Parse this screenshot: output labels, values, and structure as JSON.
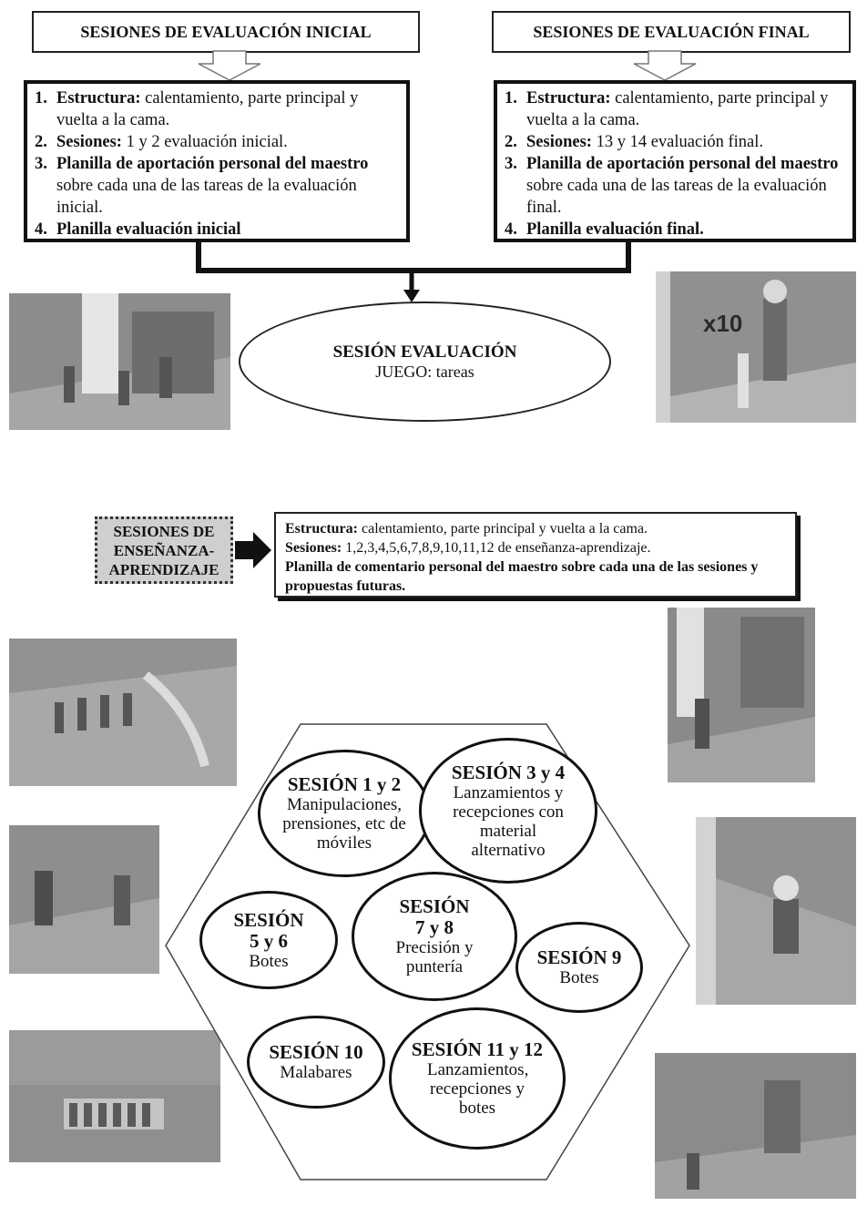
{
  "initial": {
    "title": "SESIONES DE EVALUACIÓN INICIAL",
    "items": [
      {
        "num": "1.",
        "bold": "Estructura:",
        "text": " calentamiento, parte principal y vuelta a la cama."
      },
      {
        "num": "2.",
        "bold": "Sesiones:",
        "text": " 1 y 2 evaluación inicial."
      },
      {
        "num": "3.",
        "bold": "Planilla de aportación personal del maestro",
        "text": " sobre cada una de las tareas de la evaluación inicial."
      },
      {
        "num": "4.",
        "bold": "Planilla evaluación inicial",
        "text": ""
      }
    ]
  },
  "final": {
    "title": "SESIONES DE EVALUACIÓN FINAL",
    "items": [
      {
        "num": "1.",
        "bold": "Estructura:",
        "text": " calentamiento, parte principal y vuelta a la cama."
      },
      {
        "num": "2.",
        "bold": "Sesiones:",
        "text": " 13 y 14 evaluación final."
      },
      {
        "num": "3.",
        "bold": "Planilla de aportación personal del maestro",
        "text": " sobre cada una de las tareas de la evaluación final."
      },
      {
        "num": "4.",
        "bold": "Planilla evaluación final.",
        "text": ""
      }
    ]
  },
  "evaluation_session": {
    "title": "SESIÓN EVALUACIÓN",
    "subtitle": "JUEGO: tareas"
  },
  "illustration_badge": "x10",
  "teaching": {
    "label": "SESIONES DE ENSEÑANZA-APRENDIZAJE",
    "structure_bold": "Estructura:",
    "structure_text": " calentamiento, parte principal y vuelta a la cama.",
    "sessions_bold": "Sesiones:",
    "sessions_text": " 1,2,3,4,5,6,7,8,9,10,11,12 de enseñanza-aprendizaje.",
    "planilla": "Planilla de comentario personal del maestro sobre cada una de las sesiones y propuestas futuras."
  },
  "sessions": [
    {
      "title": "SESIÓN 1 y 2",
      "desc": "Manipulaciones, prensiones, etc de móviles"
    },
    {
      "title": "SESIÓN 3 y 4",
      "desc": "Lanzamientos y recepciones con material alternativo"
    },
    {
      "title": "SESIÓN 5 y 6",
      "desc": "Botes"
    },
    {
      "title": "SESIÓN 7 y 8",
      "desc": "Precisión y puntería"
    },
    {
      "title": "SESIÓN 9",
      "desc": "Botes"
    },
    {
      "title": "SESIÓN 10",
      "desc": "Malabares"
    },
    {
      "title": "SESIÓN 11 y 12",
      "desc": "Lanzamientos, recepciones y botes"
    }
  ],
  "colors": {
    "frame": "#111111",
    "illustration_bg": "#8f8f8f",
    "label_bg": "#cfcfcf"
  }
}
